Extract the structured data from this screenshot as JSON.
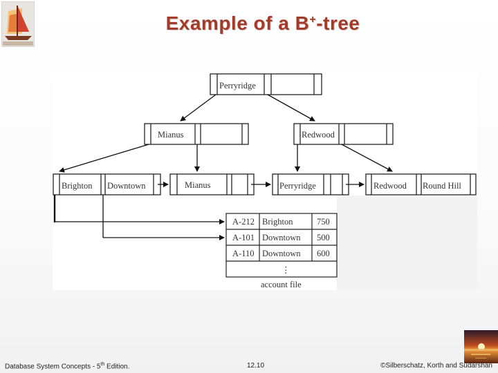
{
  "slide": {
    "title_main": "Example of a B",
    "title_sup": "+",
    "title_end": "-tree"
  },
  "tree": {
    "root": "Perryridge",
    "internal_left": "Mianus",
    "internal_right": "Redwood",
    "leaves": [
      [
        "Brighton",
        "Downtown"
      ],
      [
        "Mianus"
      ],
      [
        "Perryridge"
      ],
      [
        "Redwood",
        "Round Hill"
      ]
    ]
  },
  "account_file": {
    "rows": [
      [
        "A-212",
        "Brighton",
        "750"
      ],
      [
        "A-101",
        "Downtown",
        "500"
      ],
      [
        "A-110",
        "Downtown",
        "600"
      ]
    ],
    "ellipsis": "⋮",
    "caption": "account file"
  },
  "footer": {
    "left_prefix": "Database System Concepts - 5",
    "left_sup": "th",
    "left_suffix": " Edition.",
    "center": "12.10",
    "right": "©Silberschatz, Korth and Sudarshan"
  },
  "icons": {
    "logo": "sailboat-logo-icon",
    "corner": "sunset-icon"
  },
  "colors": {
    "title": "#a33b2b"
  }
}
